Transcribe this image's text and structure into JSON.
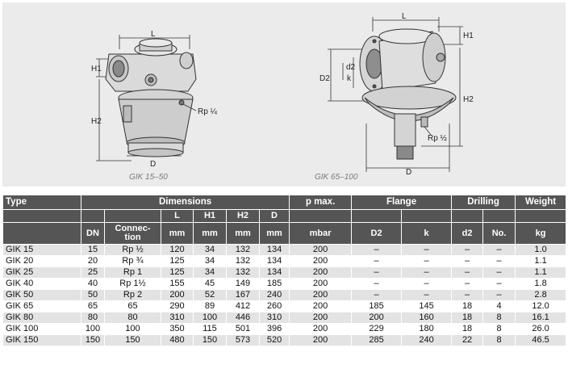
{
  "figures": {
    "left_caption": "GIK 15–50",
    "right_caption": "GIK 65–100",
    "left_labels": {
      "L": "L",
      "H1": "H1",
      "H2": "H2",
      "D": "D",
      "port": "Rp ¼"
    },
    "right_labels": {
      "L": "L",
      "H1": "H1",
      "H2": "H2",
      "D": "D",
      "D2": "D2",
      "d2": "d2",
      "k": "k",
      "port": "Rp ½"
    }
  },
  "table": {
    "header1": {
      "type": "Type",
      "dimensions": "Dimensions",
      "pmax": "p max.",
      "flange": "Flange",
      "drilling": "Drilling",
      "weight": "Weight"
    },
    "header2": {
      "L": "L",
      "H1": "H1",
      "H2": "H2",
      "D": "D"
    },
    "header3": {
      "DN": "DN",
      "connection": "Connec-\ntion",
      "mm1": "mm",
      "mm2": "mm",
      "mm3": "mm",
      "mm4": "mm",
      "mbar": "mbar",
      "D2": "D2",
      "k": "k",
      "d2": "d2",
      "no": "No.",
      "kg": "kg"
    },
    "rows": [
      [
        "GIK 15",
        "15",
        "Rp ½",
        "120",
        "34",
        "132",
        "134",
        "200",
        "–",
        "–",
        "–",
        "–",
        "1.0"
      ],
      [
        "GIK 20",
        "20",
        "Rp ¾",
        "125",
        "34",
        "132",
        "134",
        "200",
        "–",
        "–",
        "–",
        "–",
        "1.1"
      ],
      [
        "GIK 25",
        "25",
        "Rp 1",
        "125",
        "34",
        "132",
        "134",
        "200",
        "–",
        "–",
        "–",
        "–",
        "1.1"
      ],
      [
        "GIK 40",
        "40",
        "Rp 1½",
        "155",
        "45",
        "149",
        "185",
        "200",
        "–",
        "–",
        "–",
        "–",
        "1.8"
      ],
      [
        "GIK 50",
        "50",
        "Rp 2",
        "200",
        "52",
        "167",
        "240",
        "200",
        "–",
        "–",
        "–",
        "–",
        "2.8"
      ],
      [
        "GIK 65",
        "65",
        "65",
        "290",
        "89",
        "412",
        "260",
        "200",
        "185",
        "145",
        "18",
        "4",
        "12.0"
      ],
      [
        "GIK 80",
        "80",
        "80",
        "310",
        "100",
        "446",
        "310",
        "200",
        "200",
        "160",
        "18",
        "8",
        "16.1"
      ],
      [
        "GIK 100",
        "100",
        "100",
        "350",
        "115",
        "501",
        "396",
        "200",
        "229",
        "180",
        "18",
        "8",
        "26.0"
      ],
      [
        "GIK 150",
        "150",
        "150",
        "480",
        "150",
        "573",
        "520",
        "200",
        "285",
        "240",
        "22",
        "8",
        "46.5"
      ]
    ]
  }
}
